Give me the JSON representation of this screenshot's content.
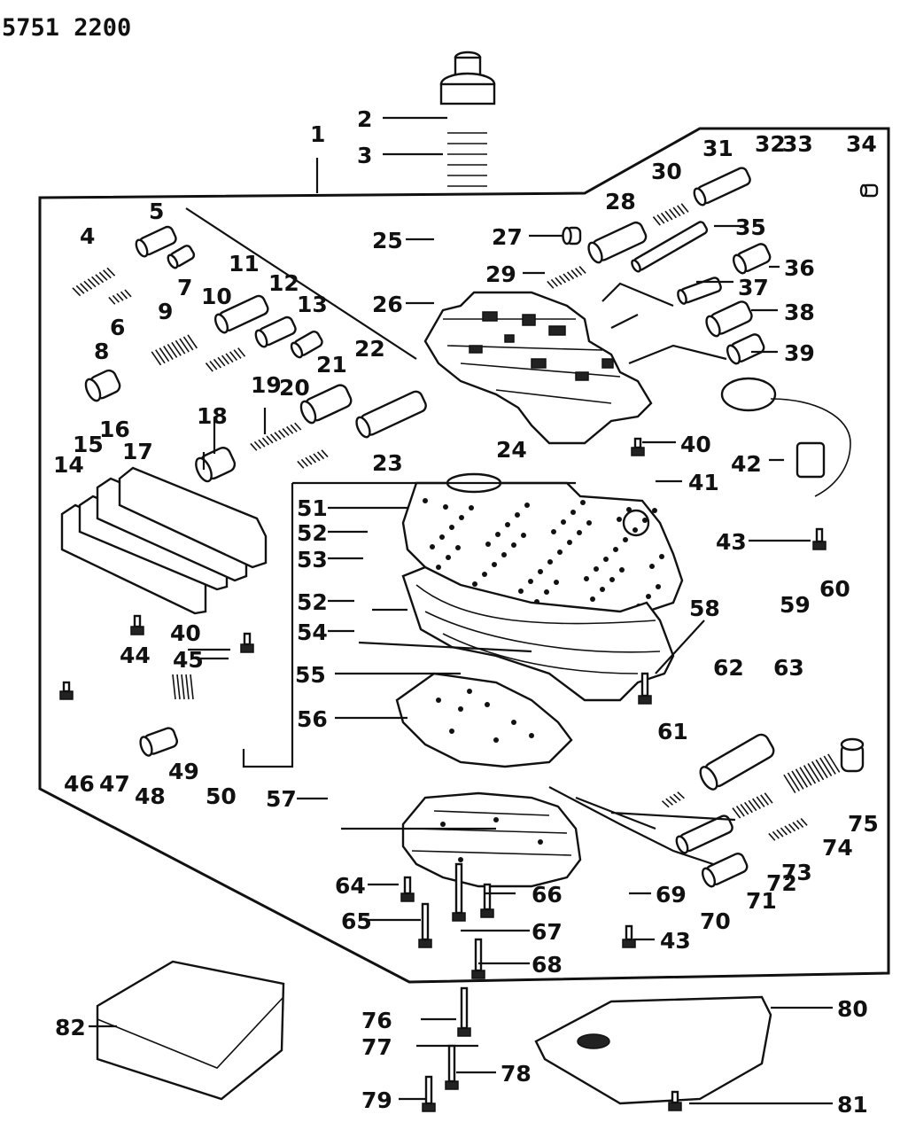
{
  "header": {
    "diagram_code": "5751 2200"
  },
  "callouts": [
    {
      "id": "c1",
      "text": "1"
    },
    {
      "id": "c2",
      "text": "2"
    },
    {
      "id": "c3",
      "text": "3"
    },
    {
      "id": "c4",
      "text": "4"
    },
    {
      "id": "c5",
      "text": "5"
    },
    {
      "id": "c6",
      "text": "6"
    },
    {
      "id": "c7",
      "text": "7"
    },
    {
      "id": "c8",
      "text": "8"
    },
    {
      "id": "c9",
      "text": "9"
    },
    {
      "id": "c10",
      "text": "10"
    },
    {
      "id": "c11",
      "text": "11"
    },
    {
      "id": "c12",
      "text": "12"
    },
    {
      "id": "c13",
      "text": "13"
    },
    {
      "id": "c14",
      "text": "14"
    },
    {
      "id": "c15",
      "text": "15"
    },
    {
      "id": "c16",
      "text": "16"
    },
    {
      "id": "c17",
      "text": "17"
    },
    {
      "id": "c18",
      "text": "18"
    },
    {
      "id": "c19",
      "text": "19"
    },
    {
      "id": "c20",
      "text": "20"
    },
    {
      "id": "c21",
      "text": "21"
    },
    {
      "id": "c22",
      "text": "22"
    },
    {
      "id": "c23",
      "text": "23"
    },
    {
      "id": "c24",
      "text": "24"
    },
    {
      "id": "c25",
      "text": "25"
    },
    {
      "id": "c26",
      "text": "26"
    },
    {
      "id": "c27",
      "text": "27"
    },
    {
      "id": "c28",
      "text": "28"
    },
    {
      "id": "c29",
      "text": "29"
    },
    {
      "id": "c30",
      "text": "30"
    },
    {
      "id": "c31",
      "text": "31"
    },
    {
      "id": "c32",
      "text": "32"
    },
    {
      "id": "c33",
      "text": "33"
    },
    {
      "id": "c34",
      "text": "34"
    },
    {
      "id": "c35",
      "text": "35"
    },
    {
      "id": "c36",
      "text": "36"
    },
    {
      "id": "c37",
      "text": "37"
    },
    {
      "id": "c38",
      "text": "38"
    },
    {
      "id": "c39",
      "text": "39"
    },
    {
      "id": "c40a",
      "text": "40"
    },
    {
      "id": "c41",
      "text": "41"
    },
    {
      "id": "c42",
      "text": "42"
    },
    {
      "id": "c43a",
      "text": "43"
    },
    {
      "id": "c40b",
      "text": "40"
    },
    {
      "id": "c44",
      "text": "44"
    },
    {
      "id": "c45",
      "text": "45"
    },
    {
      "id": "c46",
      "text": "46"
    },
    {
      "id": "c47",
      "text": "47"
    },
    {
      "id": "c48",
      "text": "48"
    },
    {
      "id": "c49",
      "text": "49"
    },
    {
      "id": "c50",
      "text": "50"
    },
    {
      "id": "c51",
      "text": "51"
    },
    {
      "id": "c52a",
      "text": "52"
    },
    {
      "id": "c53",
      "text": "53"
    },
    {
      "id": "c52b",
      "text": "52"
    },
    {
      "id": "c54",
      "text": "54"
    },
    {
      "id": "c55",
      "text": "55"
    },
    {
      "id": "c56",
      "text": "56"
    },
    {
      "id": "c57",
      "text": "57"
    },
    {
      "id": "c58",
      "text": "58"
    },
    {
      "id": "c59",
      "text": "59"
    },
    {
      "id": "c60",
      "text": "60"
    },
    {
      "id": "c61",
      "text": "61"
    },
    {
      "id": "c62",
      "text": "62"
    },
    {
      "id": "c63",
      "text": "63"
    },
    {
      "id": "c64",
      "text": "64"
    },
    {
      "id": "c65",
      "text": "65"
    },
    {
      "id": "c66",
      "text": "66"
    },
    {
      "id": "c67",
      "text": "67"
    },
    {
      "id": "c68",
      "text": "68"
    },
    {
      "id": "c69",
      "text": "69"
    },
    {
      "id": "c70",
      "text": "70"
    },
    {
      "id": "c71",
      "text": "71"
    },
    {
      "id": "c72",
      "text": "72"
    },
    {
      "id": "c73",
      "text": "73"
    },
    {
      "id": "c74",
      "text": "74"
    },
    {
      "id": "c75",
      "text": "75"
    },
    {
      "id": "c43b",
      "text": "43"
    },
    {
      "id": "c76",
      "text": "76"
    },
    {
      "id": "c77",
      "text": "77"
    },
    {
      "id": "c78",
      "text": "78"
    },
    {
      "id": "c79",
      "text": "79"
    },
    {
      "id": "c80",
      "text": "80"
    },
    {
      "id": "c81",
      "text": "81"
    },
    {
      "id": "c82",
      "text": "82"
    }
  ]
}
